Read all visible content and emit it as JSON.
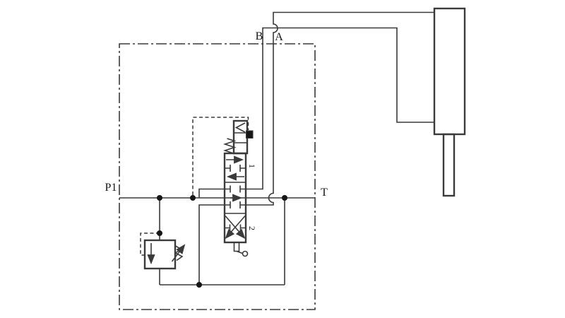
{
  "diagram": {
    "type": "hydraulic-circuit-schematic",
    "labels": {
      "port_p1": "P1",
      "port_t": "T",
      "port_b": "B",
      "port_a": "A",
      "position_1": "1",
      "position_2": "2"
    },
    "colors": {
      "line": "#3a3a3a",
      "node": "#161616",
      "background": "#ffffff"
    },
    "components": [
      "valve-block-enclosure",
      "directional-spool-valve-3-position",
      "spring-return",
      "detent-with-pressure-kickout",
      "adjustable-pressure-relief-valve",
      "pilot-line",
      "tank-line",
      "single-rod-hydraulic-cylinder",
      "line-crossing-hop"
    ]
  }
}
